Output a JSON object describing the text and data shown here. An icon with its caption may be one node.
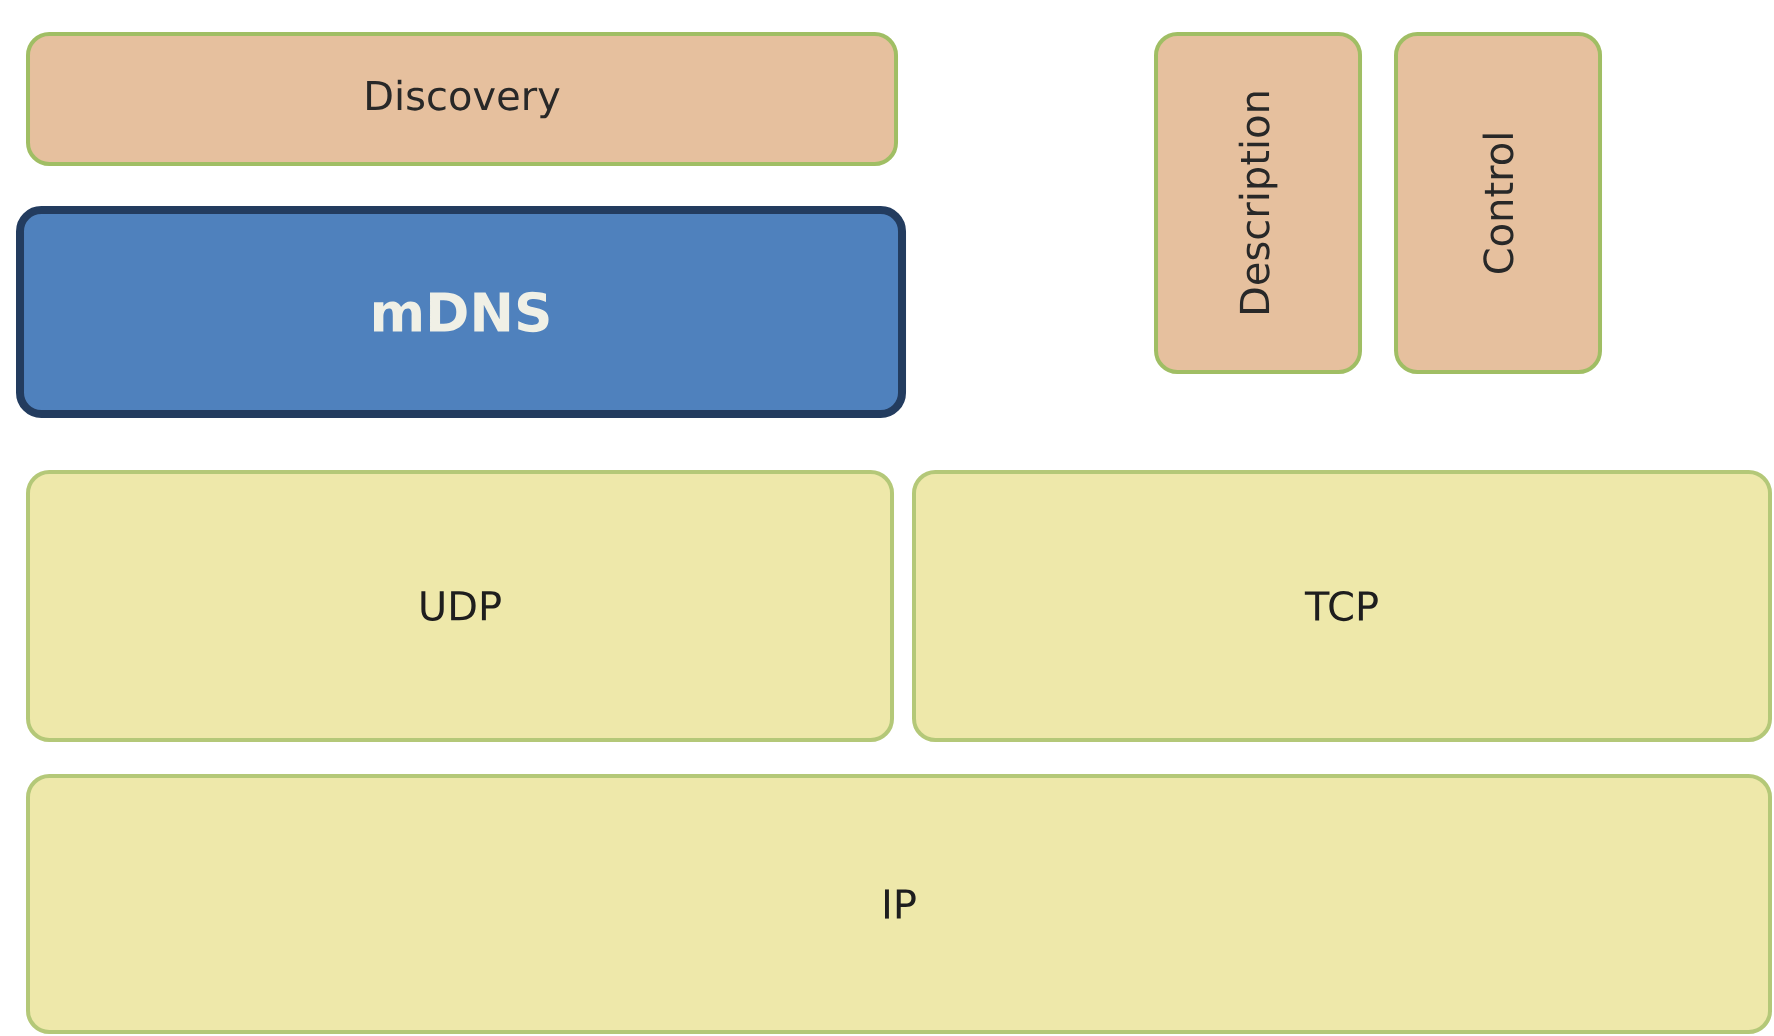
{
  "diagram": {
    "nodes": [
      {
        "text": [
          "Discovery"
        ]
      },
      {
        "text": [
          "mDNS"
        ]
      },
      {
        "text": [
          "Description"
        ]
      },
      {
        "text": [
          "Control"
        ]
      },
      {
        "text": [
          "UDP"
        ]
      },
      {
        "text": [
          "TCP"
        ]
      },
      {
        "text": [
          "IP"
        ]
      }
    ]
  }
}
